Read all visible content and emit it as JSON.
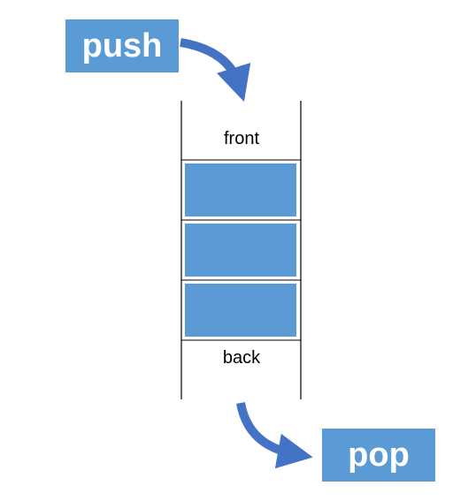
{
  "push_label": "push",
  "pop_label": "pop",
  "front_label": "front",
  "back_label": "back",
  "stack_slots": 3,
  "colors": {
    "accent": "#5b9bd5",
    "arrow": "#4472c4",
    "slot_fill": "#5b9bd5",
    "slot_border": "#ffffff",
    "line": "#000000"
  }
}
